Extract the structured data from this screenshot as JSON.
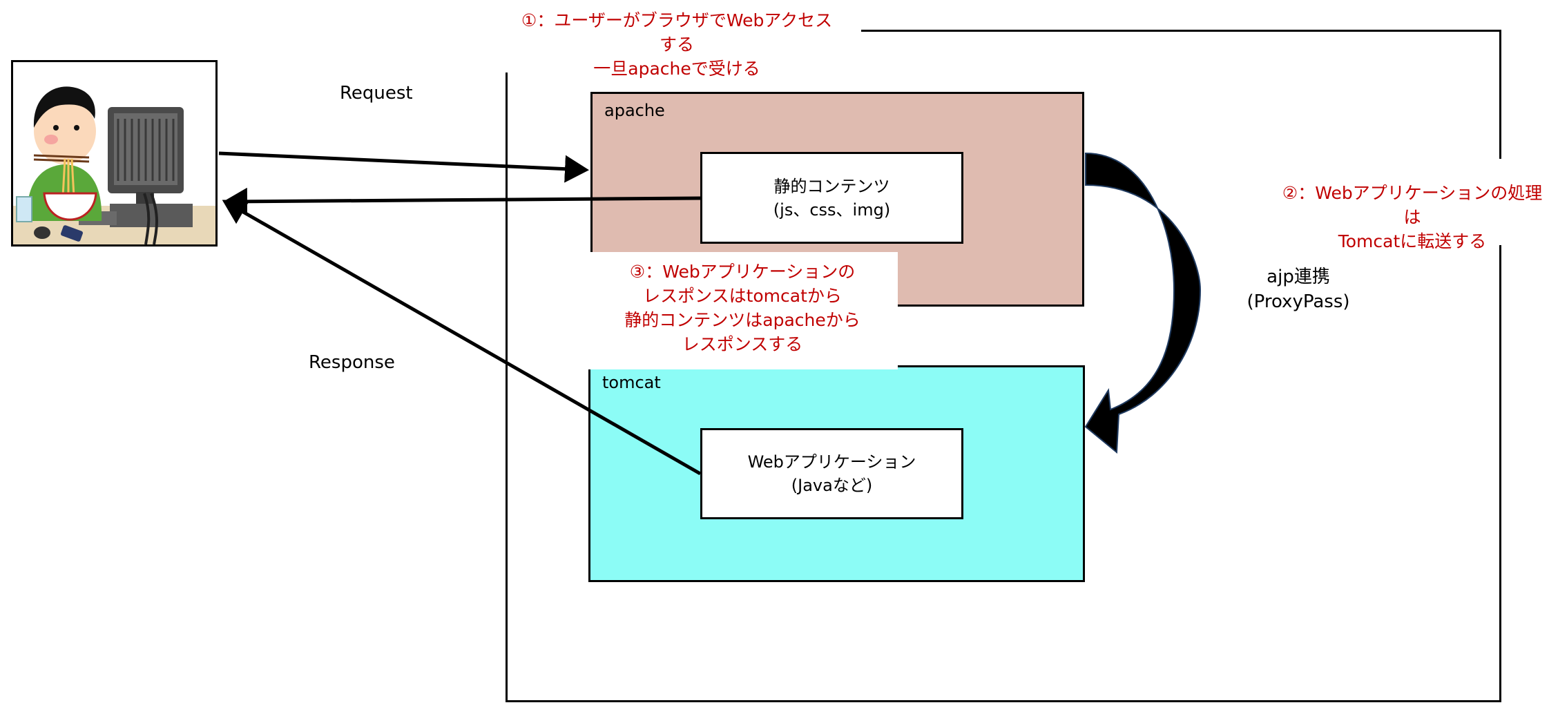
{
  "annotations": {
    "step1_line1": "①：ユーザーがブラウザでWebアクセスする",
    "step1_line2": "一旦apacheで受ける",
    "step2_line1": "②：Webアプリケーションの処理は",
    "step2_line2": "Tomcatに転送する",
    "step3_line1": "③：Webアプリケーションの",
    "step3_line2": "レスポンスはtomcatから",
    "step3_line3": "静的コンテンツはapacheから",
    "step3_line4": "レスポンスする"
  },
  "labels": {
    "request": "Request",
    "response": "Response",
    "ajp_line1": "ajp連携",
    "ajp_line2": "(ProxyPass)"
  },
  "apache": {
    "title": "apache",
    "static_line1": "静的コンテンツ",
    "static_line2": "(js、css、img)"
  },
  "tomcat": {
    "title": "tomcat",
    "webapp_line1": "Webアプリケーション",
    "webapp_line2": "(Javaなど)"
  },
  "colors": {
    "apache_fill": "#dfbbb0",
    "tomcat_fill": "#8cfcf6",
    "annotation_text": "#c00000"
  },
  "icons": {
    "user": "user-at-computer-icon"
  }
}
